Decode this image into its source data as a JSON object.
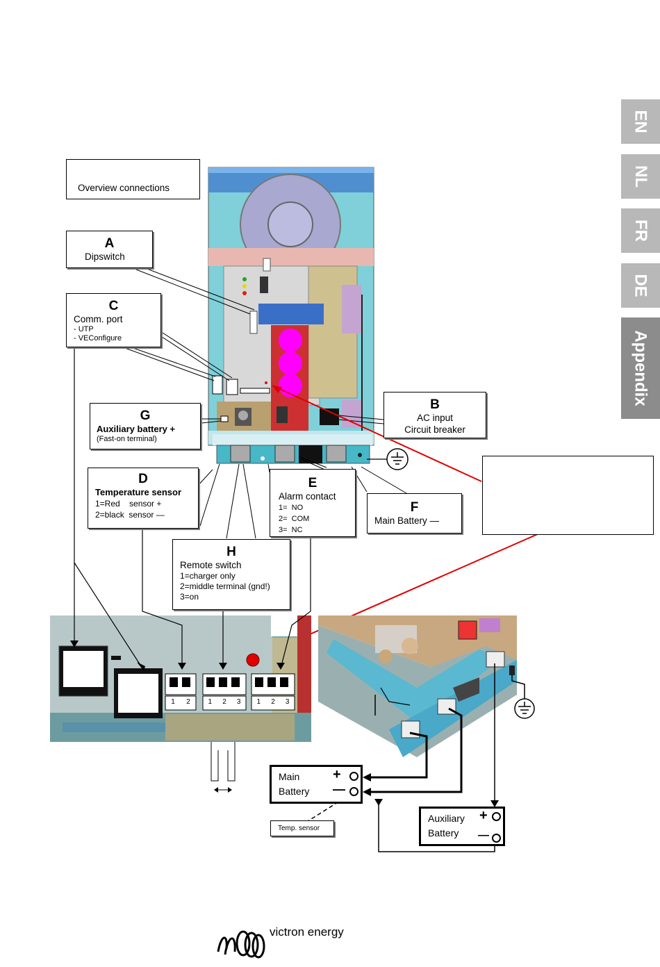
{
  "tabs": [
    {
      "label": "EN"
    },
    {
      "label": "NL"
    },
    {
      "label": "FR"
    },
    {
      "label": "DE"
    },
    {
      "label": "Appendix"
    }
  ],
  "overview_title": "Overview connections",
  "labels": {
    "A": {
      "letter": "A",
      "line1": "Dipswitch"
    },
    "B": {
      "letter": "B",
      "line1": "AC input",
      "line2": "Circuit breaker"
    },
    "C": {
      "letter": "C",
      "line1": "Comm. port",
      "line2": "- UTP",
      "line3": "- VEConfigure"
    },
    "D": {
      "letter": "D",
      "line1": "Temperature sensor",
      "line2": "1=Red    sensor +",
      "line3": "2=black  sensor —"
    },
    "E": {
      "letter": "E",
      "line1": "Alarm contact",
      "line2": "1=  NO",
      "line3": "2=  COM",
      "line4": "3=  NC"
    },
    "F": {
      "letter": "F",
      "line1": "Main Battery —"
    },
    "G": {
      "letter": "G",
      "line1": "Auxiliary battery +",
      "line2": "(Fast-on terminal)"
    },
    "H": {
      "letter": "H",
      "line1": "Remote switch",
      "line2": "1=charger only",
      "line3": "2=middle terminal (gnd!)",
      "line4": "3=on"
    }
  },
  "terminals": {
    "temp": [
      "1",
      "2"
    ],
    "remote": [
      "1",
      "2",
      "3"
    ],
    "alarm": [
      "1",
      "2",
      "3"
    ]
  },
  "batteries": {
    "main": {
      "line1": "Main",
      "line2": "Battery",
      "plus": "+",
      "minus": "—"
    },
    "aux": {
      "line1": "Auxiliary",
      "line2": "Battery",
      "plus": "+",
      "minus": "—"
    }
  },
  "temp_sensor": "Temp. sensor",
  "brand": "victron energy",
  "colors": {
    "red_line": "#e00000",
    "blue_cover": "#5b9bd5",
    "pcb_cyan": "#7fd0d8",
    "magenta": "#ff00ff"
  }
}
